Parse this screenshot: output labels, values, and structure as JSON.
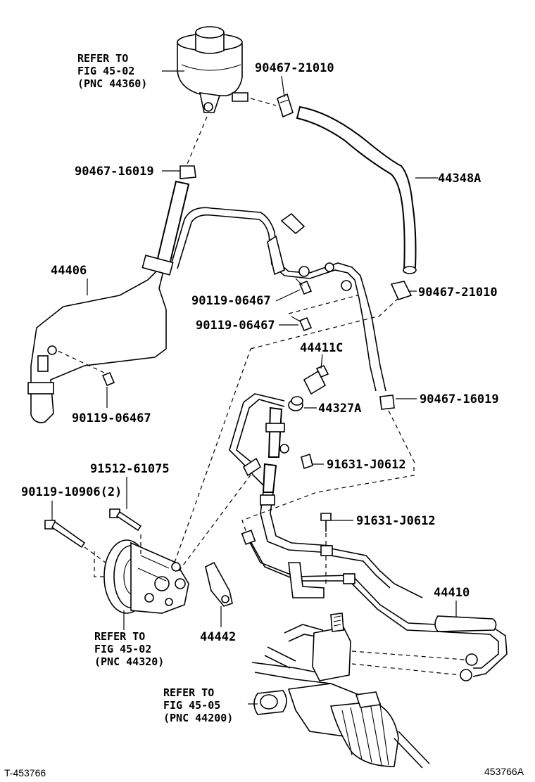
{
  "labels": {
    "ref_reservoir": [
      "REFER TO",
      "FIG 45-02",
      "(PNC 44360)"
    ],
    "ref_pump": [
      "REFER TO",
      "FIG 45-02",
      "(PNC 44320)"
    ],
    "ref_gear": [
      "REFER TO",
      "FIG 45-05",
      "(PNC 44200)"
    ],
    "p_90467_21010_top": "90467-21010",
    "p_90467_16019_top": "90467-16019",
    "p_44348A": "44348A",
    "p_44406": "44406",
    "p_90119_06467_a": "90119-06467",
    "p_90467_21010_mid": "90467-21010",
    "p_90119_06467_b": "90119-06467",
    "p_44411C": "44411C",
    "p_44327A": "44327A",
    "p_90467_16019_mid": "90467-16019",
    "p_90119_06467_c": "90119-06467",
    "p_91512_61075": "91512-61075",
    "p_90119_10906": "90119-10906(2)",
    "p_91631_J0612_a": "91631-J0612",
    "p_91631_J0612_b": "91631-J0612",
    "p_44410": "44410",
    "p_44442": "44442",
    "footer_left": "T-453766",
    "footer_right": "453766A"
  }
}
